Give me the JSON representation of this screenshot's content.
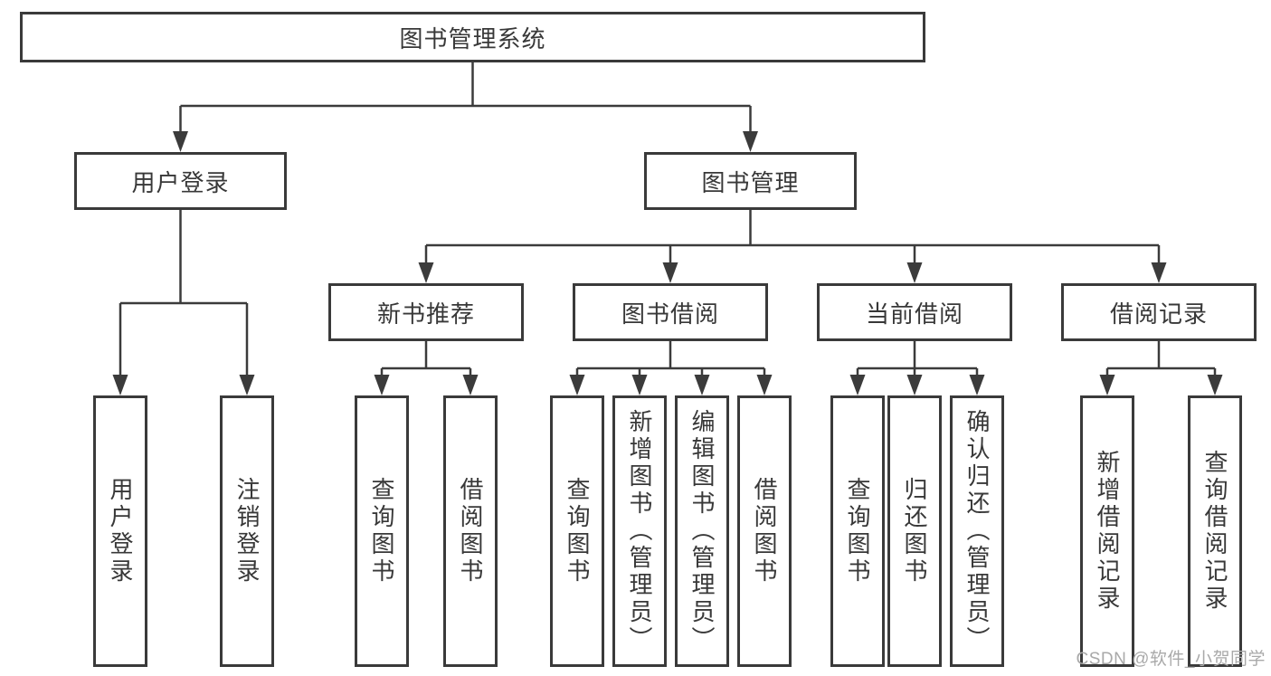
{
  "diagram": {
    "root": {
      "label": "图书管理系统"
    },
    "branches": {
      "user_login": {
        "label": "用户登录",
        "children": [
          {
            "label": "用户登录"
          },
          {
            "label": "注销登录"
          }
        ]
      },
      "book_management": {
        "label": "图书管理",
        "sections": [
          {
            "label": "新书推荐",
            "children": [
              {
                "label": "查询图书"
              },
              {
                "label": "借阅图书"
              }
            ]
          },
          {
            "label": "图书借阅",
            "children": [
              {
                "label": "查询图书"
              },
              {
                "label": "新增图书（管理员）"
              },
              {
                "label": "编辑图书（管理员）"
              },
              {
                "label": "借阅图书"
              }
            ]
          },
          {
            "label": "当前借阅",
            "children": [
              {
                "label": "查询图书"
              },
              {
                "label": "归还图书"
              },
              {
                "label": "确认归还（管理员）"
              }
            ]
          },
          {
            "label": "借阅记录",
            "children": [
              {
                "label": "新增借阅记录"
              },
              {
                "label": "查询借阅记录"
              }
            ]
          }
        ]
      }
    }
  },
  "watermark": {
    "text": "CSDN @软件_小贺同学"
  },
  "colors": {
    "line": "#3b3b3b",
    "box_border": "#3a3a3a",
    "text": "#383838",
    "watermark": "#a9a9a9",
    "background": "#ffffff"
  }
}
